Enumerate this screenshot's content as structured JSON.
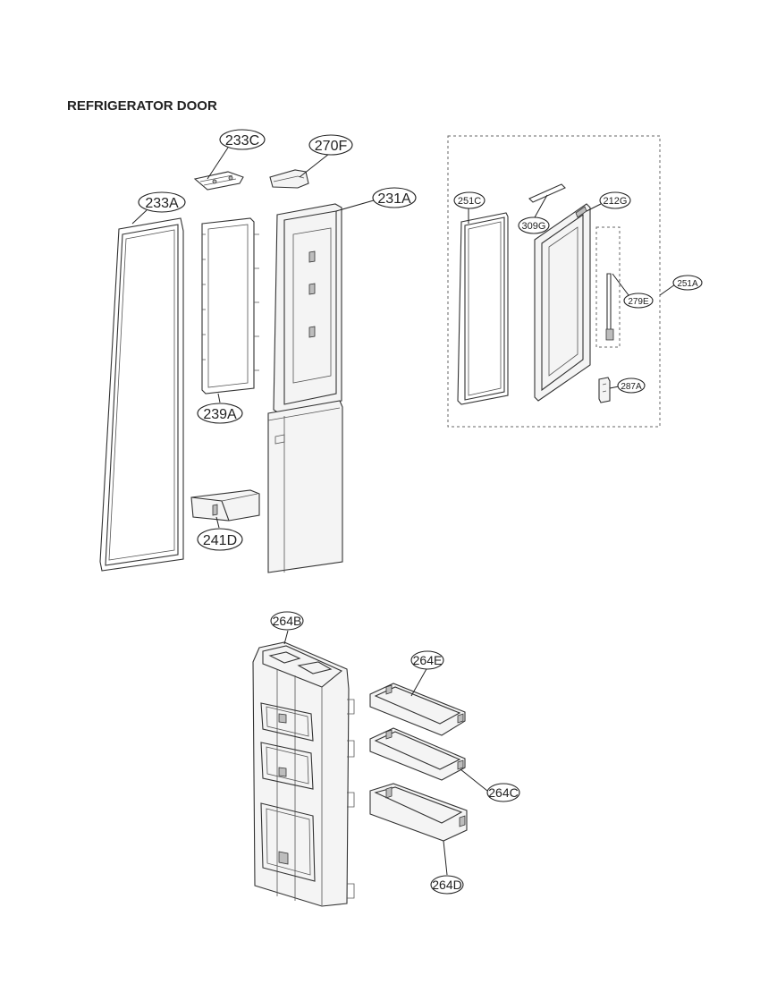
{
  "page": {
    "title": "REFRIGERATOR DOOR"
  },
  "callouts": {
    "c233C": "233C",
    "c270F": "270F",
    "c233A": "233A",
    "c231A": "231A",
    "c239A": "239A",
    "c241D": "241D",
    "c251C": "251C",
    "c309G": "309G",
    "c212G": "212G",
    "c251A": "251A",
    "c279E": "279E",
    "c287A": "287A",
    "c264B": "264B",
    "c264E": "264E",
    "c264C": "264C",
    "c264D": "264D"
  }
}
